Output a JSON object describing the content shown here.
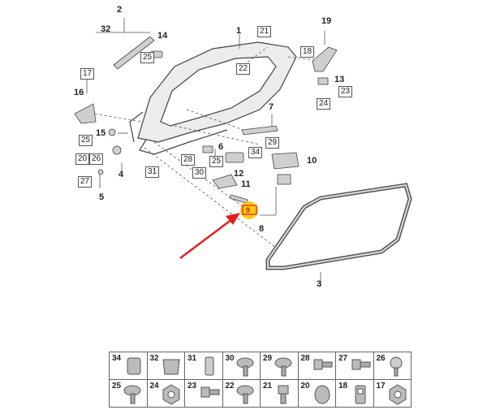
{
  "callouts": {
    "c1": "1",
    "c2": "2",
    "c3": "3",
    "c4": "4",
    "c5": "5",
    "c6": "6",
    "c7": "7",
    "c8": "8",
    "c9": "9",
    "c10": "10",
    "c11": "11",
    "c12": "12",
    "c13": "13",
    "c14": "14",
    "c15": "15",
    "c16": "16",
    "c19": "19",
    "c32": "32",
    "b17": "17",
    "b18": "18",
    "b20": "20",
    "b21": "21",
    "b22": "22",
    "b23": "23",
    "b24": "24",
    "b25a": "25",
    "b25b": "25",
    "b25c": "25",
    "b26": "26",
    "b27": "27",
    "b28": "28",
    "b29": "29",
    "b30": "30",
    "b31": "31",
    "b34": "34"
  },
  "highlight": {
    "part": "9",
    "color": "#f5c400",
    "label_color": "#e02020"
  },
  "arrow": {
    "color": "#e02020"
  },
  "parts_table": {
    "row1": [
      {
        "num": "34",
        "icon": "clip-icon"
      },
      {
        "num": "32",
        "icon": "sleeve-icon"
      },
      {
        "num": "31",
        "icon": "grommet-icon"
      },
      {
        "num": "30",
        "icon": "flange-bolt-icon"
      },
      {
        "num": "29",
        "icon": "flange-bolt-icon"
      },
      {
        "num": "28",
        "icon": "bolt-icon"
      },
      {
        "num": "27",
        "icon": "bolt-icon"
      },
      {
        "num": "26",
        "icon": "screw-icon"
      }
    ],
    "row2": [
      {
        "num": "25",
        "icon": "flange-bolt-icon"
      },
      {
        "num": "24",
        "icon": "nut-icon"
      },
      {
        "num": "23",
        "icon": "bolt-icon"
      },
      {
        "num": "22",
        "icon": "flange-bolt-icon"
      },
      {
        "num": "21",
        "icon": "bolt-icon"
      },
      {
        "num": "20",
        "icon": "plug-icon"
      },
      {
        "num": "18",
        "icon": "clip-icon"
      },
      {
        "num": "17",
        "icon": "nut-icon"
      }
    ]
  }
}
